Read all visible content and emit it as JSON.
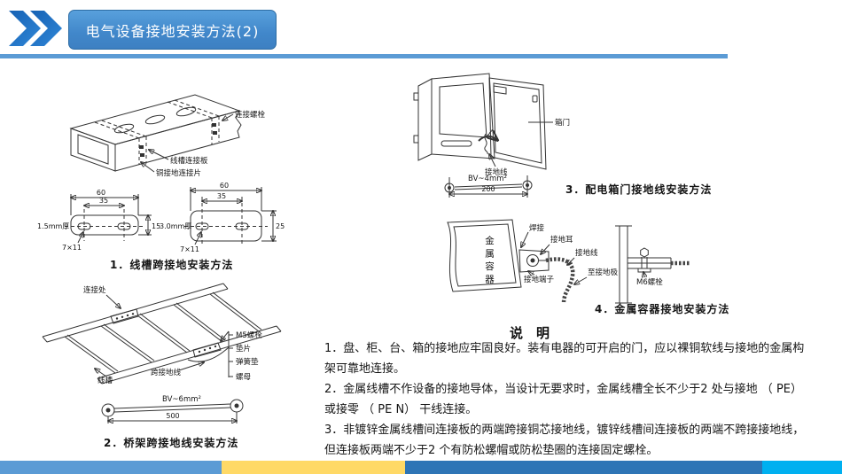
{
  "header": {
    "title": "电气设备接地安装方法(2)"
  },
  "colors": {
    "accent_blue": "#5b9bd5",
    "pill_blue": "#4187ca",
    "chevron_blue_dark": "#1762b4",
    "chevron_blue_light": "#2f87d8"
  },
  "footer": {
    "stripes": [
      "#5b9bd5",
      "#ffd966",
      "#2e75b6",
      "#00b0f0"
    ]
  },
  "diagram1": {
    "caption": "1．线槽跨接地安装方法",
    "label_bolt": "连接螺栓",
    "label_plate": "线槽连接板",
    "label_copper": "铜接地连接片",
    "left_plate": {
      "width": "60",
      "span": "35",
      "height": "15",
      "thickness": "1.5mm厚",
      "hole": "7×11"
    },
    "right_plate": {
      "width": "60",
      "span": "35",
      "height": "25",
      "thickness": "3.0mm厚",
      "hole": "7×11"
    }
  },
  "diagram2": {
    "caption": "2．桥架跨接地线安装方法",
    "label_joint": "连接处",
    "label_bolt": "M5螺栓",
    "label_washer": "垫片",
    "label_spring": "弹簧垫",
    "label_nut": "螺母",
    "label_jumper": "跨接地线",
    "label_trough": "线槽",
    "wire_spec": "BV~6mm²",
    "wire_length": "500"
  },
  "diagram3": {
    "caption": "3．配电箱门接地线安装方法",
    "label_door": "箱门",
    "label_ground": "接地线",
    "wire_spec": "BV~4mm²",
    "wire_length": "200"
  },
  "diagram4": {
    "caption": "4．金属容器接地安装方法",
    "label_container": "金属容器",
    "label_weld": "焊接",
    "label_lug": "接地耳",
    "label_wire": "接地线",
    "label_electrode": "至接地极",
    "label_terminal": "接地端子",
    "label_bolt": "M6螺栓"
  },
  "notes": {
    "heading": "说　明",
    "lines": [
      "1．盘、柜、台、箱的接地应牢固良好。装有电器的可开启的门，应以裸铜软线与接地的金属构",
      "架可靠地连接。",
      "2．金属线槽不作设备的接地导体，当设计无要求时，金属线槽全长不少于2 处与接地 （ PE）",
      "或接零 （ PE N） 干线连接。",
      "3．非镀锌金属线槽间连接板的两端跨接铜芯接地线，镀锌线槽间连接板的两端不跨接接地线，",
      "但连接板两端不少于2 个有防松螺帽或防松垫圈的连接固定螺栓。"
    ]
  }
}
